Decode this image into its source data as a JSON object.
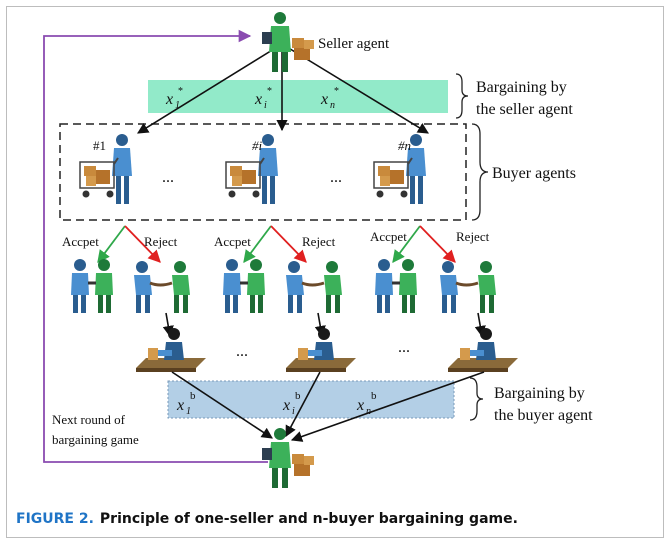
{
  "diagram": {
    "seller_label": "Seller agent",
    "seller_bargain_label_1": "Bargaining by",
    "seller_bargain_label_2": "the seller agent",
    "buyer_agents_label": "Buyer agents",
    "buyer_bargain_label_1": "Bargaining by",
    "buyer_bargain_label_2": "the buyer agent",
    "next_round_1": "Next round of",
    "next_round_2": "bargaining game",
    "buyers": [
      {
        "id": "#1",
        "seller_var": "x",
        "sub": "1"
      },
      {
        "id": "#i",
        "seller_var": "x",
        "sub": "i"
      },
      {
        "id": "#n",
        "seller_var": "x",
        "sub": "n"
      }
    ],
    "seller_sup": "*",
    "buyer_sup": "b",
    "accept_label": "Accpet",
    "reject_label": "Reject",
    "ellipsis": "...",
    "colors": {
      "seller_box": "#7fe6c0",
      "buyer_box": "#b3cfe6",
      "accept_arrow": "#2fa84a",
      "reject_arrow": "#e02020",
      "loop_line": "#8a4bb0",
      "figure_label": "#1f74c6"
    }
  },
  "caption": {
    "figure": "FIGURE 2.",
    "text": "Principle of one-seller and n-buyer bargaining game."
  }
}
